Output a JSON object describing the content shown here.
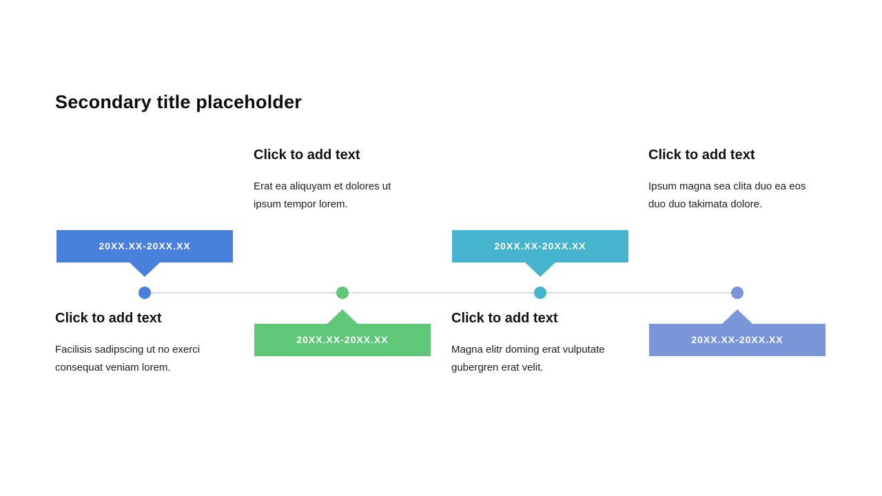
{
  "slide": {
    "title": "Secondary title placeholder"
  },
  "colors": {
    "background": "#FFFFFF",
    "line": "#D9D9D9",
    "badge_text": "#FFFFFF",
    "body_text": "#1C1C1C"
  },
  "milestones": [
    {
      "date": "20XX.XX-20XX.XX",
      "heading": "Click to add text",
      "body": "Facilisis sadipscing ut no exerci\nconsequat veniam lorem.",
      "color": "#4880DB",
      "badge_position": "above-line"
    },
    {
      "date": "20XX.XX-20XX.XX",
      "heading": "Click to add text",
      "body": "Erat ea aliquyam et dolores ut\nipsum tempor lorem.",
      "color": "#5FC878",
      "badge_position": "below-line"
    },
    {
      "date": "20XX.XX-20XX.XX",
      "heading": "Click to add text",
      "body": "Magna elitr doming erat vulputate\ngubergren erat velit.",
      "color": "#46B4CC",
      "badge_position": "above-line"
    },
    {
      "date": "20XX.XX-20XX.XX",
      "heading": "Click to add text",
      "body": "Ipsum magna sea clita duo ea eos\nduo duo takimata dolore.",
      "color": "#7A95D8",
      "badge_position": "below-line"
    }
  ]
}
